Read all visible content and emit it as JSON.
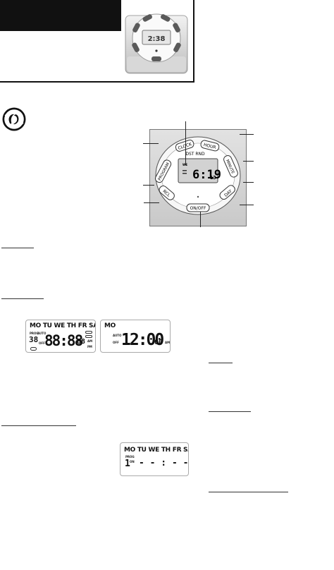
{
  "dial_buttons": {
    "clock": "CLOCK",
    "hour": "HOUR",
    "program": "PROGRAM",
    "minute": "MINUTE",
    "rcl": "RCL",
    "day": "DAY",
    "onoff": "ON/OFF",
    "dst_rnd": "DST RND",
    "main_display_day": "WE",
    "main_display_time": "6:19",
    "main_display_seconds": "13"
  },
  "lcd_full": {
    "days": "MO TU WE TH FR SA SU",
    "prog": "PROG",
    "auto": "AUTO",
    "off": "OFF",
    "program_number": "38",
    "time": "88:88",
    "seconds": "88",
    "am": "AM",
    "pm": "PM"
  },
  "lcd_default": {
    "day": "MO",
    "auto": "AUTO",
    "off": "OFF",
    "time": "12:00",
    "seconds": "00",
    "am": "AM"
  },
  "lcd_program": {
    "days": "MO TU WE TH FR SA SU",
    "prog": "PROG",
    "on": "ON",
    "program_number": "1",
    "time": "- - : - -"
  }
}
